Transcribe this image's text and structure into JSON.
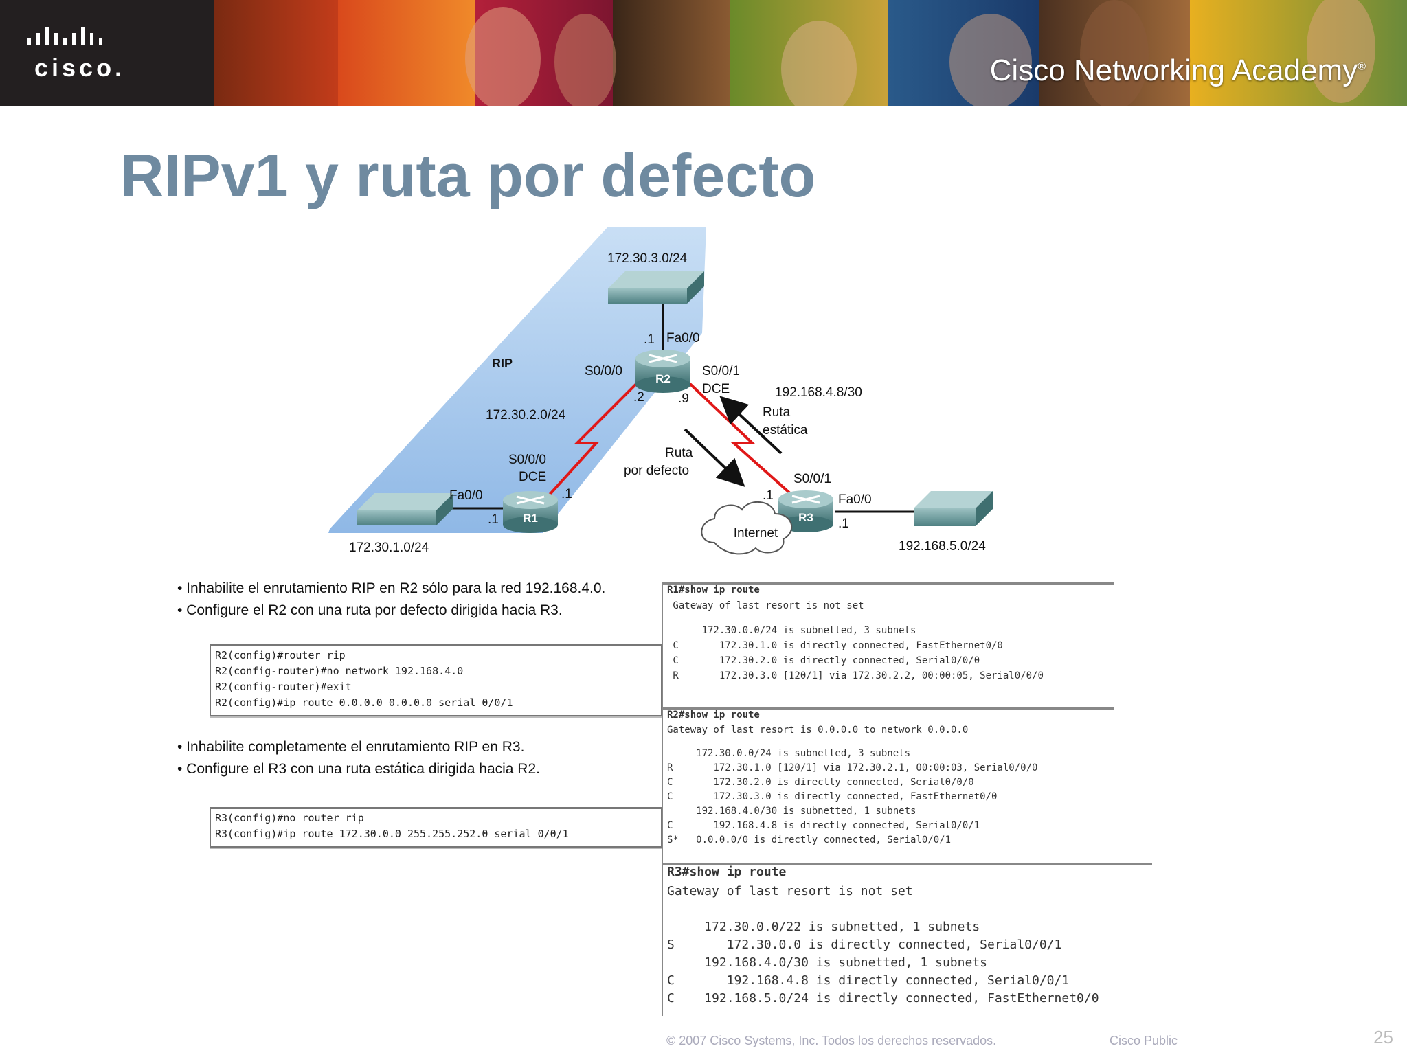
{
  "banner": {
    "logo_text": "cisco.",
    "academy_text": "Cisco Networking Academy",
    "academy_mark": "®"
  },
  "slide": {
    "title": "RIPv1 y ruta por defecto",
    "page_number": "25",
    "copyright": "© 2007 Cisco Systems, Inc. Todos los derechos reservados.",
    "classification": "Cisco Public"
  },
  "diagram": {
    "rip_label": "RIP",
    "net_r2_lan": "172.30.3.0/24",
    "net_r1_r2": "172.30.2.0/24",
    "net_r1_lan": "172.30.1.0/24",
    "net_r2_r3": "192.168.4.8/30",
    "net_r3_lan": "192.168.5.0/24",
    "r1": "R1",
    "r2": "R2",
    "r3": "R3",
    "internet": "Internet",
    "r2_fa": "Fa0/0",
    "r2_fa_ip": ".1",
    "r2_s000": "S0/0/0",
    "r2_s001": "S0/0/1",
    "r2_dce": "DCE",
    "r2_ip_left": ".2",
    "r2_ip_right": ".9",
    "r1_s000": "S0/0/0",
    "r1_dce": "DCE",
    "r1_fa": "Fa0/0",
    "r1_ip_serial": ".1",
    "r1_ip_fa": ".1",
    "r3_s001": "S0/0/1",
    "r3_fa": "Fa0/0",
    "r3_ip_serial": ".1",
    "r3_ip_fa": ".1",
    "ruta_estatica_1": "Ruta",
    "ruta_estatica_2": "estática",
    "ruta_defecto_1": "Ruta",
    "ruta_defecto_2": "por defecto"
  },
  "bullets_r2": [
    "• Inhabilite el enrutamiento RIP en R2 sólo para la red 192.168.4.0.",
    "• Configure el R2 con una ruta por defecto dirigida hacia R3."
  ],
  "bullets_r3": [
    "• Inhabilite completamente el enrutamiento RIP en R3.",
    "• Configure el R3 con una ruta estática dirigida hacia R2."
  ],
  "config_r2": [
    "R2(config)#router rip",
    "R2(config-router)#no network 192.168.4.0",
    "R2(config-router)#exit",
    "R2(config)#ip route 0.0.0.0 0.0.0.0 serial 0/0/1"
  ],
  "config_r3": [
    "R3(config)#no router rip",
    "R3(config)#ip route 172.30.0.0 255.255.252.0 serial 0/0/1"
  ],
  "output_r1": [
    "R1#show ip route",
    " Gateway of last resort is not set",
    "",
    "      172.30.0.0/24 is subnetted, 3 subnets",
    " C       172.30.1.0 is directly connected, FastEthernet0/0",
    " C       172.30.2.0 is directly connected, Serial0/0/0",
    " R       172.30.3.0 [120/1] via 172.30.2.2, 00:00:05, Serial0/0/0"
  ],
  "output_r2": [
    "R2#show ip route",
    "Gateway of last resort is 0.0.0.0 to network 0.0.0.0",
    "",
    "     172.30.0.0/24 is subnetted, 3 subnets",
    "R       172.30.1.0 [120/1] via 172.30.2.1, 00:00:03, Serial0/0/0",
    "C       172.30.2.0 is directly connected, Serial0/0/0",
    "C       172.30.3.0 is directly connected, FastEthernet0/0",
    "     192.168.4.0/30 is subnetted, 1 subnets",
    "C       192.168.4.8 is directly connected, Serial0/0/1",
    "S*   0.0.0.0/0 is directly connected, Serial0/0/1"
  ],
  "output_r3": [
    "R3#show ip route",
    "Gateway of last resort is not set",
    "",
    "     172.30.0.0/22 is subnetted, 1 subnets",
    "S       172.30.0.0 is directly connected, Serial0/0/1",
    "     192.168.4.0/30 is subnetted, 1 subnets",
    "C       192.168.4.8 is directly connected, Serial0/0/1",
    "C    192.168.5.0/24 is directly connected, FastEthernet0/0"
  ]
}
